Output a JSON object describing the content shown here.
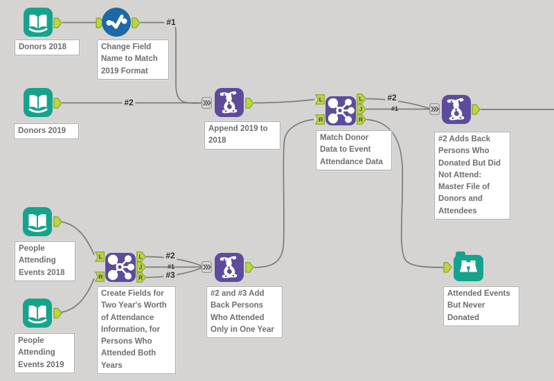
{
  "colors": {
    "canvas_background": "#D5D4D2",
    "tool_teal": "#16A38D",
    "tool_purple": "#5E4B9C",
    "tool_blue": "#1C69A4",
    "anchor_green": "#BCD63F",
    "anchor_green_border": "#86A42D",
    "wire_gray": "#7B7B7B",
    "caption_text": "#6E6E6E"
  },
  "anchors": {
    "L": "L",
    "J": "J",
    "R": "R"
  },
  "nodes": [
    {
      "type": "input",
      "icon": "book-icon",
      "caption": "Donors 2018"
    },
    {
      "type": "select",
      "icon": "check-dots-icon",
      "caption": "Change Field Name to Match 2019 Format"
    },
    {
      "type": "input",
      "icon": "book-icon",
      "caption": "Donors 2019"
    },
    {
      "type": "union",
      "icon": "dna-icon",
      "caption": "Append 2019 to 2018"
    },
    {
      "type": "join",
      "icon": "molecule-icon",
      "caption": "Match Donor Data to Event Attendance Data"
    },
    {
      "type": "union",
      "icon": "dna-icon",
      "caption": "#2 Adds Back Persons Who Donated But Did Not Attend: Master File of Donors and Attendees"
    },
    {
      "type": "input",
      "icon": "book-icon",
      "caption": "People Attending Events 2018"
    },
    {
      "type": "input",
      "icon": "book-icon",
      "caption": "People Attending Events 2019"
    },
    {
      "type": "join",
      "icon": "molecule-icon",
      "caption": "Create Fields for Two Year's Worth of Attendance Information, for Persons Who Attended Both Years"
    },
    {
      "type": "union",
      "icon": "dna-icon",
      "caption": "#2 and #3 Add Back Persons Who Attended Only in One Year"
    },
    {
      "type": "browse",
      "icon": "binoculars-icon",
      "caption": "Attended Events But Never Donated"
    }
  ],
  "connection_labels": [
    {
      "text": "#1"
    },
    {
      "text": "#2"
    },
    {
      "text": "#2"
    },
    {
      "text": "#1"
    },
    {
      "text": "#2"
    },
    {
      "text": "#1"
    },
    {
      "text": "#3"
    }
  ]
}
